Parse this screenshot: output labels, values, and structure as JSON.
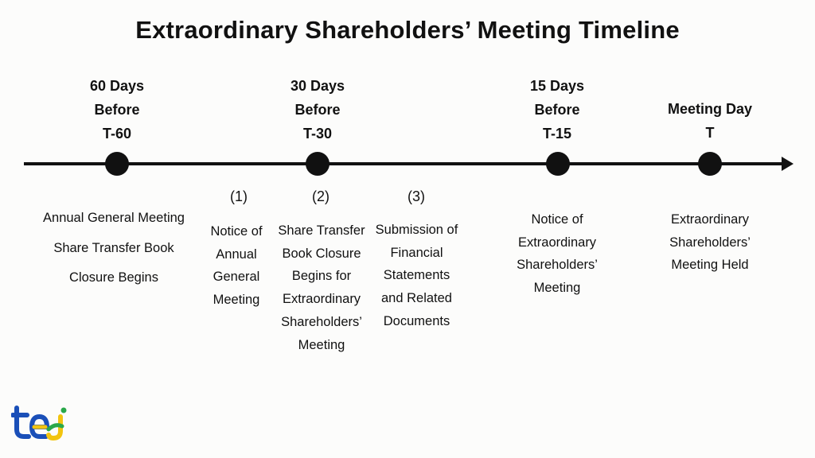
{
  "title": "Extraordinary Shareholders’ Meeting Timeline",
  "milestones": [
    {
      "line1": "60 Days",
      "line2": "Before",
      "line3": "T-60"
    },
    {
      "line1": "30 Days",
      "line2": "Before",
      "line3": "T-30"
    },
    {
      "line1": "15 Days",
      "line2": "Before",
      "line3": "T-15"
    },
    {
      "line1": "Meeting Day",
      "line2": "T"
    }
  ],
  "numbers": [
    "(1)",
    "(2)",
    "(3)"
  ],
  "descriptions": {
    "agm_closure": [
      "Annual General Meeting",
      "Share Transfer Book",
      "Closure Begins"
    ],
    "notice_agm": [
      "Notice of",
      "Annual",
      "General",
      "Meeting"
    ],
    "book_closure_egm": [
      "Share Transfer",
      "Book Closure",
      "Begins for",
      "Extraordinary",
      "Shareholders’",
      "Meeting"
    ],
    "submission": [
      "Submission of",
      "Financial",
      "Statements",
      "and Related",
      "Documents"
    ],
    "notice_egm": [
      "Notice of",
      "Extraordinary",
      "Shareholders’",
      "Meeting"
    ],
    "meeting_held": [
      "Extraordinary",
      "Shareholders’",
      "Meeting Held"
    ]
  },
  "logo": {
    "text": "tej",
    "colors": [
      "#1a4fb8",
      "#f2c40f",
      "#2aa84a"
    ]
  }
}
